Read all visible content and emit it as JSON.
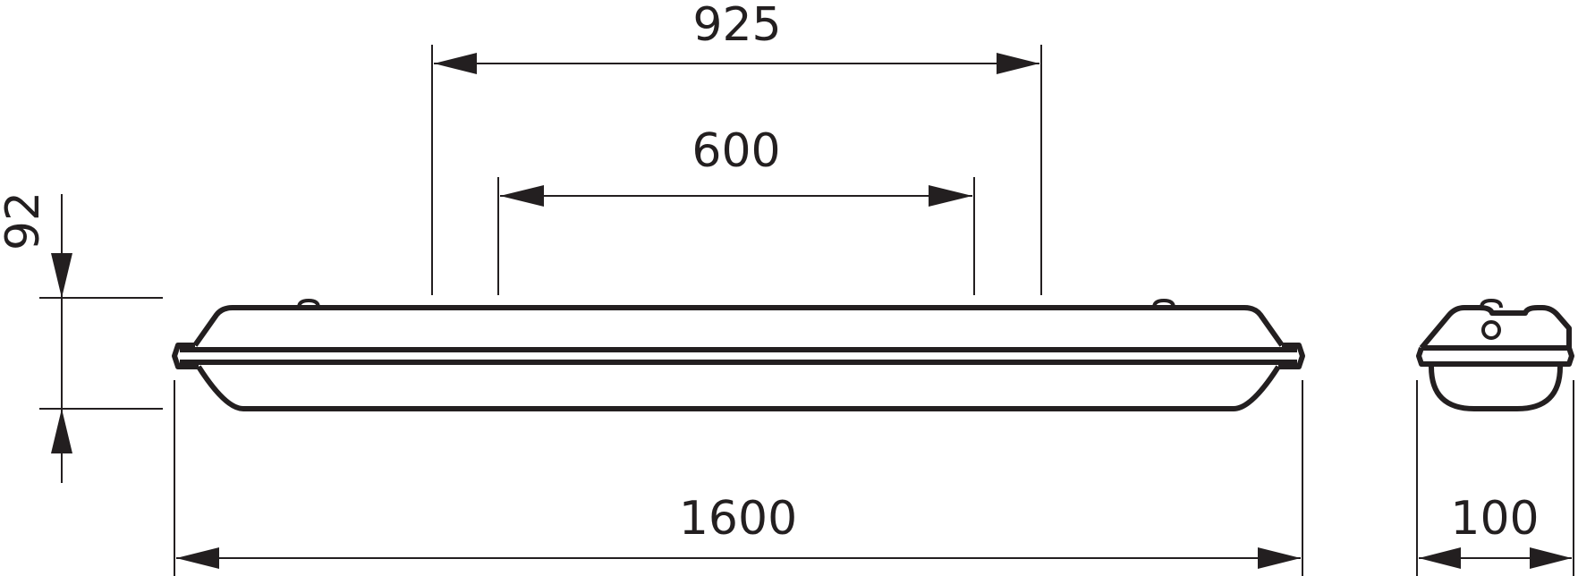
{
  "dimensions": {
    "mount_outer": "925",
    "mount_inner": "600",
    "height": "92",
    "length": "1600",
    "width": "100"
  },
  "colors": {
    "line": "#231f20",
    "background": "#ffffff"
  }
}
